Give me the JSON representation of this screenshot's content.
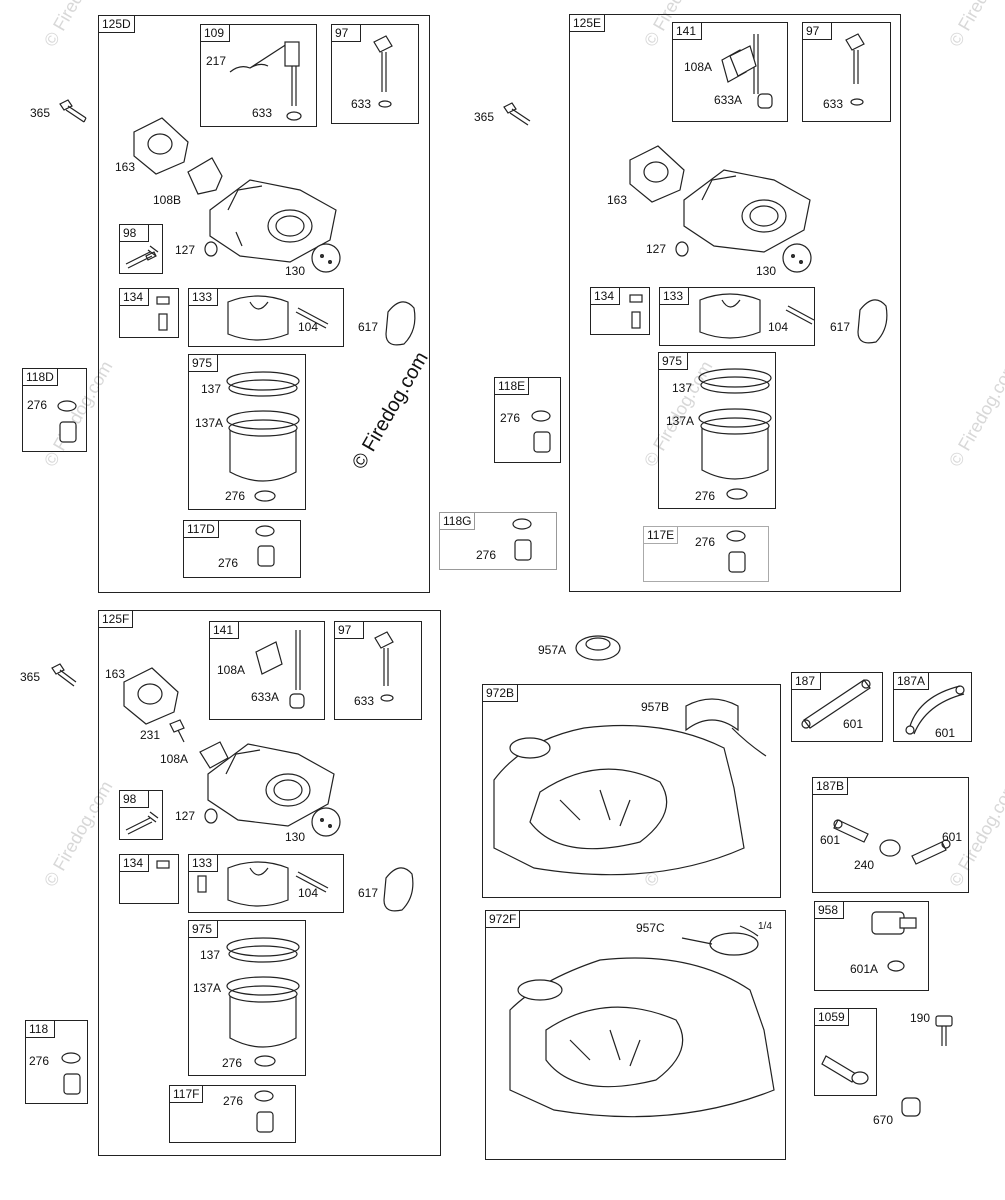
{
  "watermark": "© Firedog.com",
  "group_labels": {
    "g125D": "125D",
    "g125E": "125E",
    "g125F": "125F",
    "g109": "109",
    "g97a": "97",
    "g98a": "98",
    "g134a": "134",
    "g133a": "133",
    "g975a": "975",
    "g117D": "117D",
    "g141b": "141",
    "g97b": "97",
    "g134b": "134",
    "g133b": "133",
    "g975b": "975",
    "g117E": "117E",
    "g141c": "141",
    "g97c": "97",
    "g98c": "98",
    "g134c": "134",
    "g133c": "133",
    "g975c": "975",
    "g117F": "117F",
    "g118D": "118D",
    "g118E": "118E",
    "g118G": "118G",
    "g118": "118",
    "g972B": "972B",
    "g972F": "972F",
    "g187": "187",
    "g187A": "187A",
    "g187B": "187B",
    "g958": "958",
    "g1059": "1059"
  },
  "part_labels": {
    "l365a": "365",
    "l217": "217",
    "l633a": "633",
    "l633b": "633",
    "l163a": "163",
    "l108Ba": "108B",
    "l127a": "127",
    "l130a": "130",
    "l104a": "104",
    "l617a": "617",
    "l137a": "137",
    "l137Aa": "137A",
    "l276a": "276",
    "l276b": "276",
    "l276D": "276",
    "l365b": "365",
    "l108Ab": "108A",
    "l633Ab": "633A",
    "l633c": "633",
    "l163b": "163",
    "l127b": "127",
    "l130b": "130",
    "l104b": "104",
    "l617b": "617",
    "l137b": "137",
    "l137Ab": "137A",
    "l276c": "276",
    "l276E": "276",
    "l276Ebox": "276",
    "l276G": "276",
    "l365c": "365",
    "l163c": "163",
    "l231": "231",
    "l108Ac": "108A",
    "l108Ad": "108A",
    "l633Ac": "633A",
    "l633d": "633",
    "l127c": "127",
    "l130c": "130",
    "l104c": "104",
    "l617c": "617",
    "l137c": "137",
    "l137Ac": "137A",
    "l276f": "276",
    "l276F": "276",
    "l276h": "276",
    "l957A": "957A",
    "l957B": "957B",
    "l957C": "957C",
    "l14": "1/4",
    "l601a": "601",
    "l601b": "601",
    "l601c": "601",
    "l601d": "601",
    "l240": "240",
    "l601A": "601A",
    "l190": "190",
    "l670": "670"
  }
}
